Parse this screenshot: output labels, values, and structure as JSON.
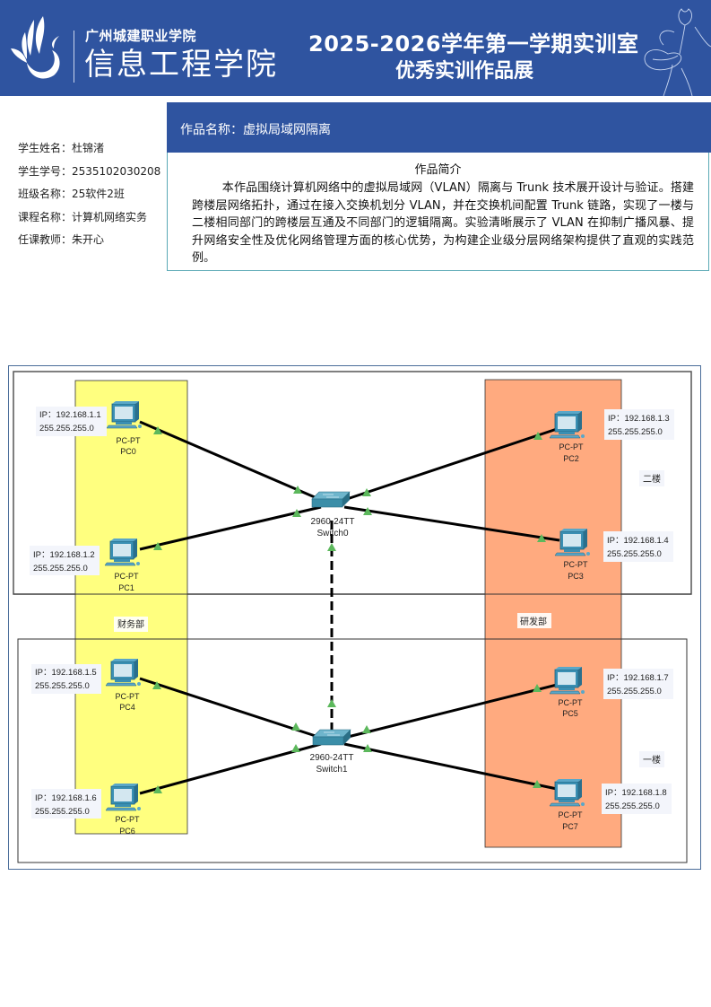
{
  "header": {
    "school_name": "广州城建职业学院",
    "college_name": "信息工程学院",
    "title_line1": "2025-2026学年第一学期实训室",
    "title_line2": "优秀实训作品展",
    "logo_icon": "flame-logo-icon",
    "decoration_icon": "lotus-icon",
    "banner_color": "#2f54a0"
  },
  "student_info": {
    "name": "学生姓名：杜锦渚",
    "student_id": "学生学号：2535102030208",
    "class": "班级名称：25软件2班",
    "course": "课程名称：计算机网络实务",
    "teacher": "任课教师：朱开心"
  },
  "work": {
    "title": "作品名称：虚拟局域网隔离",
    "intro_heading": "作品简介",
    "intro_text": "本作品围绕计算机网络中的虚拟局域网（VLAN）隔离与 Trunk 技术展开设计与验证。搭建跨楼层网络拓扑，通过在接入交换机划分 VLAN，并在交换机间配置 Trunk 链路，实现了一楼与二楼相同部门的跨楼层互通及不同部门的逻辑隔离。实验清晰展示了 VLAN 在抑制广播风暴、提升网络安全性及优化网络管理方面的核心优势，为构建企业级分层网络架构提供了直观的实践范例。"
  },
  "diagram": {
    "colors": {
      "finance": "#ffff7f",
      "rnd": "#ffaa7f",
      "link_up": "#5cb85c"
    },
    "departments": {
      "finance": "财务部",
      "rnd": "研发部"
    },
    "floors": {
      "second": "二楼",
      "first": "一楼"
    },
    "switches": [
      {
        "id": "sw0",
        "model": "2960-24TT",
        "name": "Switch0"
      },
      {
        "id": "sw1",
        "model": "2960-24TT",
        "name": "Switch1"
      }
    ],
    "pcs": [
      {
        "id": "pc0",
        "type": "PC-PT",
        "name": "PC0",
        "ip": "IP：192.168.1.1",
        "mask": "255.255.255.0"
      },
      {
        "id": "pc1",
        "type": "PC-PT",
        "name": "PC1",
        "ip": "IP：192.168.1.2",
        "mask": "255.255.255.0"
      },
      {
        "id": "pc2",
        "type": "PC-PT",
        "name": "PC2",
        "ip": "IP：192.168.1.3",
        "mask": "255.255.255.0"
      },
      {
        "id": "pc3",
        "type": "PC-PT",
        "name": "PC3",
        "ip": "IP：192.168.1.4",
        "mask": "255.255.255.0"
      },
      {
        "id": "pc4",
        "type": "PC-PT",
        "name": "PC4",
        "ip": "IP：192.168.1.5",
        "mask": "255.255.255.0"
      },
      {
        "id": "pc6",
        "type": "PC-PT",
        "name": "PC6",
        "ip": "IP：192.168.1.6",
        "mask": "255.255.255.0"
      },
      {
        "id": "pc5",
        "type": "PC-PT",
        "name": "PC5",
        "ip": "IP：192.168.1.7",
        "mask": "255.255.255.0"
      },
      {
        "id": "pc7",
        "type": "PC-PT",
        "name": "PC7",
        "ip": "IP：192.168.1.8",
        "mask": "255.255.255.0"
      }
    ]
  }
}
